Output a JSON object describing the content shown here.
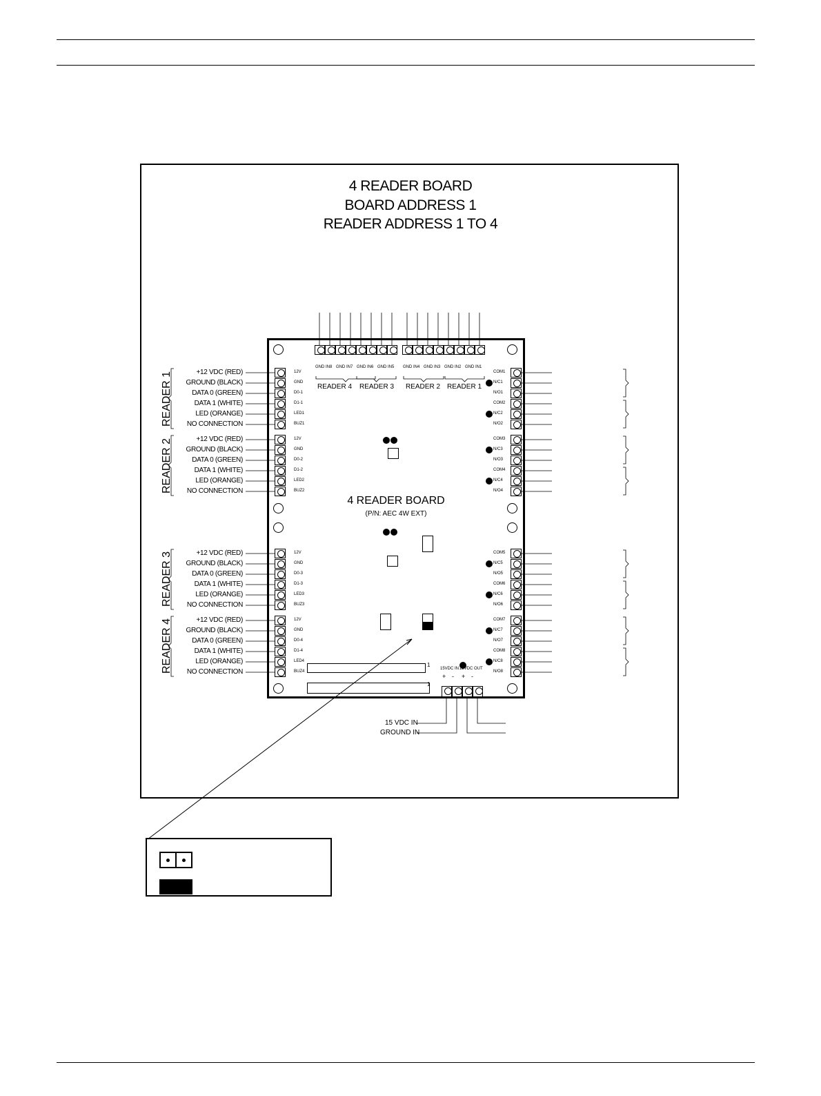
{
  "diagram": {
    "title_lines": [
      "4 READER BOARD",
      "BOARD ADDRESS 1",
      "READER ADDRESS 1 TO 4"
    ],
    "board_name": "4 READER BOARD",
    "board_pn": "(P/N: AEC 4W EXT)",
    "readers": [
      {
        "label": "READER 1"
      },
      {
        "label": "READER 2"
      },
      {
        "label": "READER 3"
      },
      {
        "label": "READER 4"
      }
    ],
    "wire_labels": [
      "+12 VDC (RED)",
      "GROUND (BLACK)",
      "DATA 0 (GREEN)",
      "DATA 1 (WHITE)",
      "LED (ORANGE)",
      "NO CONNECTION"
    ],
    "left_pin_labels": [
      [
        "12V",
        "GND",
        "D0-1",
        "D1-1",
        "LED1",
        "BUZ1"
      ],
      [
        "12V",
        "GND",
        "D0-2",
        "D1-2",
        "LED2",
        "BUZ2"
      ],
      [
        "12V",
        "GND",
        "D0-3",
        "D1-3",
        "LED3",
        "BUZ3"
      ],
      [
        "12V",
        "GND",
        "D0-4",
        "D1-4",
        "LED4",
        "BUZ4"
      ]
    ],
    "top_pin_labels": [
      "GND",
      "IN8",
      "GND",
      "IN7",
      "GND",
      "IN6",
      "GND",
      "IN5",
      "GND",
      "IN4",
      "GND",
      "IN3",
      "GND",
      "IN2",
      "GND",
      "IN1"
    ],
    "top_reader_labels": [
      "READER 4",
      "READER 3",
      "READER 2",
      "READER 1"
    ],
    "right_pin_labels": [
      [
        "COM1",
        "N/C1",
        "N/O1",
        "COM2",
        "N/C2",
        "N/O2"
      ],
      [
        "COM3",
        "N/C3",
        "N/O3",
        "COM4",
        "N/C4",
        "N/O4"
      ],
      [
        "COM5",
        "N/C5",
        "N/O5",
        "COM6",
        "N/C6",
        "N/O6"
      ],
      [
        "COM7",
        "N/C7",
        "N/O7",
        "COM8",
        "N/C8",
        "N/O8"
      ]
    ],
    "power_labels": [
      "15VDC IN",
      "12VDC OUT"
    ],
    "power_polarity": [
      "+",
      "-",
      "+",
      "-"
    ],
    "power_input_labels": [
      "15 VDC IN",
      "GROUND IN"
    ],
    "connector_numbers": [
      "1",
      "1"
    ]
  }
}
